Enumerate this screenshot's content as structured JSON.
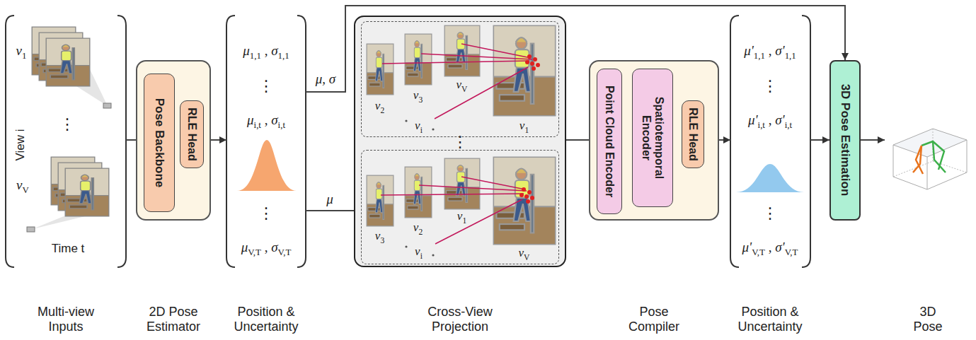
{
  "diagram": {
    "nodes": [
      {
        "text": [
          "Multi-view Inputs"
        ]
      },
      {
        "text": [
          "2D Pose Estimator"
        ]
      },
      {
        "text": [
          "Pose Backbone"
        ],
        "in": 1
      },
      {
        "text": [
          "RLE Head"
        ],
        "in": 1
      },
      {
        "text": [
          "μ1,1 , σ1,1",
          "⋮",
          "μi,t , σi,t",
          "⋮",
          "μV,T , σV,T",
          "Position & Uncertainty"
        ]
      },
      {
        "text": [
          "Cross-View Projection"
        ]
      },
      {
        "text": [
          "v2",
          "v3",
          "vV",
          "vi",
          "v1"
        ],
        "in": 5
      },
      {
        "text": [
          "v3",
          "v2",
          "v1",
          "vi",
          "vV"
        ],
        "in": 5
      },
      {
        "text": [
          "Pose Compiler"
        ]
      },
      {
        "text": [
          "Point Cloud Encoder"
        ],
        "in": 8
      },
      {
        "text": [
          "Spatiotemporal Encoder"
        ],
        "in": 8
      },
      {
        "text": [
          "RLE Head"
        ],
        "in": 8
      },
      {
        "text": [
          "μ'1,1 , σ'1,1",
          "⋮",
          "μ'i,t , σ'i,t",
          "⋮",
          "μ'V,T , σ'V,T",
          "Position & Uncertainty"
        ]
      },
      {
        "text": [
          "3D Pose Estimation"
        ]
      },
      {
        "text": [
          "3D Pose"
        ]
      }
    ],
    "edges": [
      {
        "from": 0,
        "to": 1,
        "arrow": "none"
      },
      {
        "from": 1,
        "to": 4,
        "arrow": "to"
      },
      {
        "from": 4,
        "to": 5,
        "label": "μ",
        "arrow": "none"
      },
      {
        "from": 4,
        "to": 13,
        "label": "μ, σ",
        "arrow": "to"
      },
      {
        "from": 5,
        "to": 8,
        "arrow": "none"
      },
      {
        "from": 8,
        "to": 12,
        "arrow": "to"
      },
      {
        "from": 12,
        "to": 13,
        "arrow": "to"
      },
      {
        "from": 13,
        "to": 14,
        "arrow": "to"
      }
    ],
    "labels": [
      "v1",
      "View i",
      "⋮",
      "vV",
      "Time t",
      "⋮"
    ]
  }
}
